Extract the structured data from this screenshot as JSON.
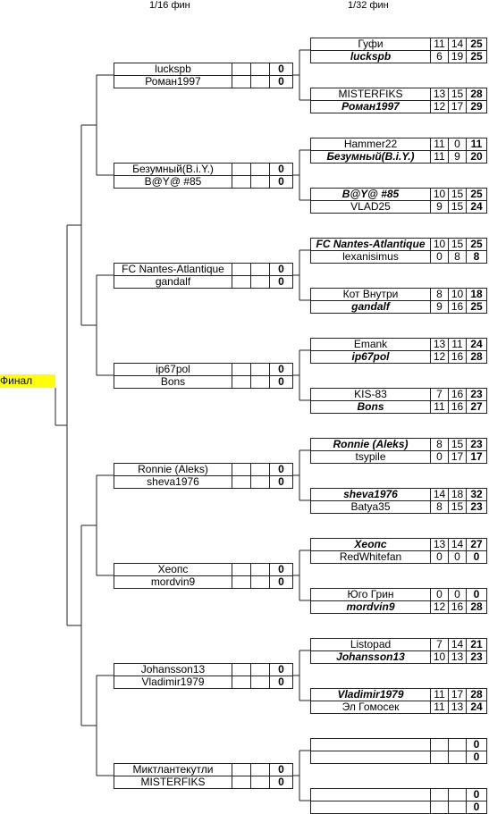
{
  "headers": {
    "round16": "1/16 фин",
    "round32": "1/32 фин"
  },
  "final_label": "Финал",
  "round16": [
    [
      {
        "name": "luckspb",
        "score": "0"
      },
      {
        "name": "Роман1997",
        "score": "0"
      }
    ],
    [
      {
        "name": "Безумный(B.i.Y.)",
        "score": "0"
      },
      {
        "name": "B@Y@ #85",
        "score": "0"
      }
    ],
    [
      {
        "name": "FC Nantes-Atlantique",
        "score": "0"
      },
      {
        "name": "gandalf",
        "score": "0"
      }
    ],
    [
      {
        "name": "ip67pol",
        "score": "0"
      },
      {
        "name": "Bons",
        "score": "0"
      }
    ],
    [
      {
        "name": "Ronnie (Aleks)",
        "score": "0"
      },
      {
        "name": "sheva1976",
        "score": "0"
      }
    ],
    [
      {
        "name": "Хеопс",
        "score": "0"
      },
      {
        "name": "mordvin9",
        "score": "0"
      }
    ],
    [
      {
        "name": "Johansson13",
        "score": "0"
      },
      {
        "name": "Vladimir1979",
        "score": "0"
      }
    ],
    [
      {
        "name": "Миктлантекутли",
        "score": "0"
      },
      {
        "name": "MISTERFIKS",
        "score": "0"
      }
    ]
  ],
  "round32": [
    [
      {
        "name": "Гуфи",
        "g1": "11",
        "g2": "14",
        "total": "25",
        "winner": false
      },
      {
        "name": "luckspb",
        "g1": "6",
        "g2": "19",
        "total": "25",
        "winner": true
      }
    ],
    [
      {
        "name": "MISTERFIKS",
        "g1": "13",
        "g2": "15",
        "total": "28",
        "winner": false
      },
      {
        "name": "Роман1997",
        "g1": "12",
        "g2": "17",
        "total": "29",
        "winner": true
      }
    ],
    [
      {
        "name": "Hammer22",
        "g1": "11",
        "g2": "0",
        "total": "11",
        "winner": false
      },
      {
        "name": "Безумный(B.i.Y.)",
        "g1": "11",
        "g2": "9",
        "total": "20",
        "winner": true
      }
    ],
    [
      {
        "name": "B@Y@ #85",
        "g1": "10",
        "g2": "15",
        "total": "25",
        "winner": true
      },
      {
        "name": "VLAD25",
        "g1": "9",
        "g2": "15",
        "total": "24",
        "winner": false
      }
    ],
    [
      {
        "name": "FC Nantes-Atlantique",
        "g1": "10",
        "g2": "15",
        "total": "25",
        "winner": true
      },
      {
        "name": "lexanisimus",
        "g1": "0",
        "g2": "8",
        "total": "8",
        "winner": false
      }
    ],
    [
      {
        "name": "Кот Внутри",
        "g1": "8",
        "g2": "10",
        "total": "18",
        "winner": false
      },
      {
        "name": "gandalf",
        "g1": "9",
        "g2": "16",
        "total": "25",
        "winner": true
      }
    ],
    [
      {
        "name": "Emank",
        "g1": "13",
        "g2": "11",
        "total": "24",
        "winner": false
      },
      {
        "name": "ip67pol",
        "g1": "12",
        "g2": "16",
        "total": "28",
        "winner": true
      }
    ],
    [
      {
        "name": "KIS-83",
        "g1": "7",
        "g2": "16",
        "total": "23",
        "winner": false
      },
      {
        "name": "Bons",
        "g1": "11",
        "g2": "16",
        "total": "27",
        "winner": true
      }
    ],
    [
      {
        "name": "Ronnie (Aleks)",
        "g1": "8",
        "g2": "15",
        "total": "23",
        "winner": true
      },
      {
        "name": "tsypile",
        "g1": "0",
        "g2": "17",
        "total": "17",
        "winner": false
      }
    ],
    [
      {
        "name": "sheva1976",
        "g1": "14",
        "g2": "18",
        "total": "32",
        "winner": true
      },
      {
        "name": "Batya35",
        "g1": "8",
        "g2": "15",
        "total": "23",
        "winner": false
      }
    ],
    [
      {
        "name": "Хеопс",
        "g1": "13",
        "g2": "14",
        "total": "27",
        "winner": true
      },
      {
        "name": "RedWhitefan",
        "g1": "0",
        "g2": "0",
        "total": "0",
        "winner": false
      }
    ],
    [
      {
        "name": "Юго Грин",
        "g1": "0",
        "g2": "0",
        "total": "0",
        "winner": false
      },
      {
        "name": "mordvin9",
        "g1": "12",
        "g2": "16",
        "total": "28",
        "winner": true
      }
    ],
    [
      {
        "name": "Listopad",
        "g1": "7",
        "g2": "14",
        "total": "21",
        "winner": false
      },
      {
        "name": "Johansson13",
        "g1": "10",
        "g2": "13",
        "total": "23",
        "winner": true
      }
    ],
    [
      {
        "name": "Vladimir1979",
        "g1": "11",
        "g2": "17",
        "total": "28",
        "winner": true
      },
      {
        "name": "Эл Гомосек",
        "g1": "11",
        "g2": "13",
        "total": "24",
        "winner": false
      }
    ],
    [
      {
        "name": "",
        "g1": "",
        "g2": "",
        "total": "0",
        "winner": false
      },
      {
        "name": "",
        "g1": "",
        "g2": "",
        "total": "0",
        "winner": false
      }
    ],
    [
      {
        "name": "",
        "g1": "",
        "g2": "",
        "total": "0",
        "winner": false
      },
      {
        "name": "",
        "g1": "",
        "g2": "",
        "total": "0",
        "winner": false
      }
    ]
  ]
}
